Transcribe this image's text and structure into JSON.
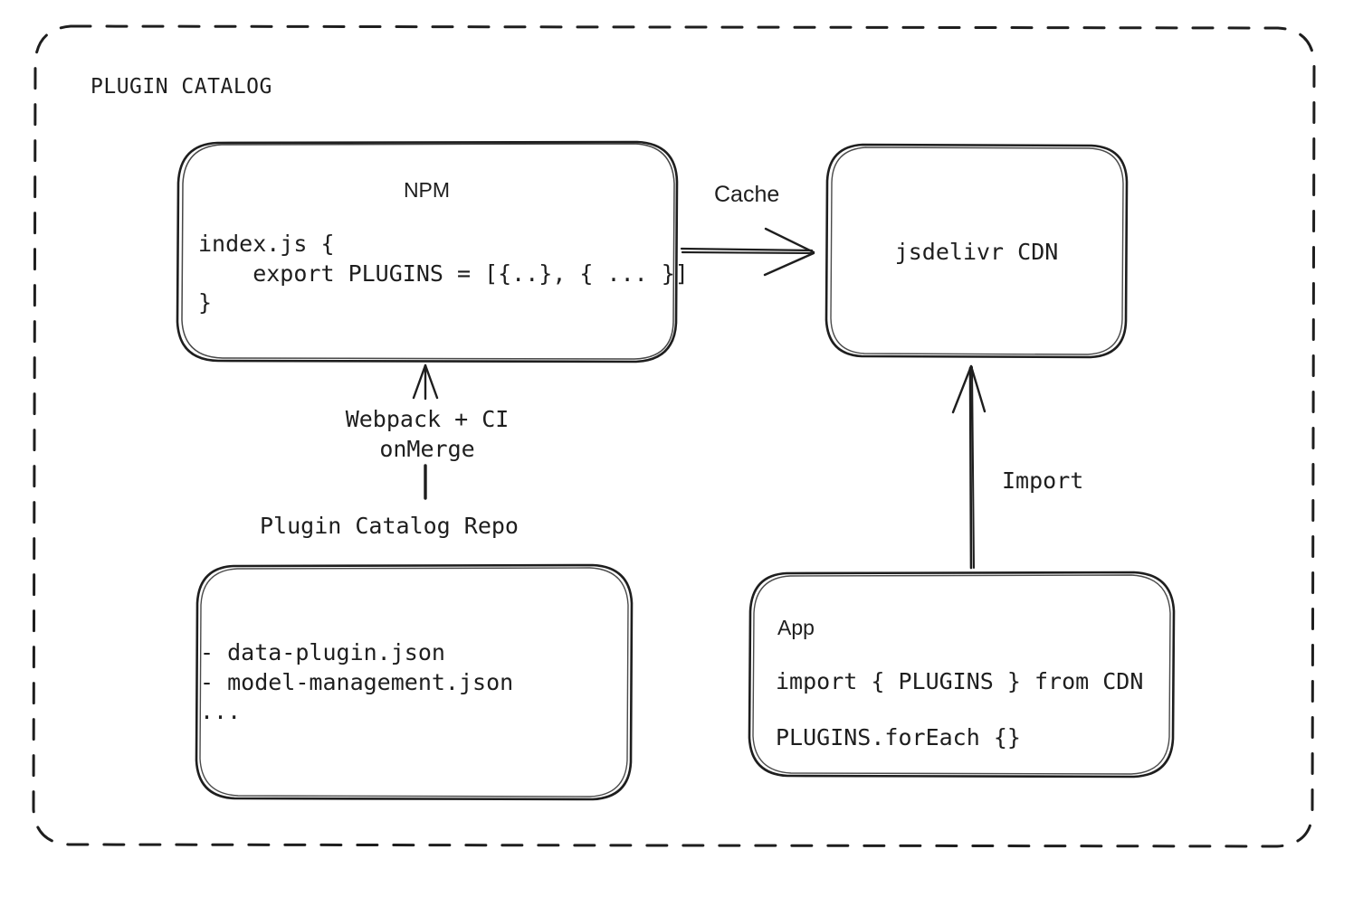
{
  "diagram": {
    "title": "PLUGIN CATALOG",
    "background": "#ffffff",
    "stroke_color": "#1e1e1e",
    "nodes": {
      "npm": {
        "title": "NPM",
        "code": "index.js {\n    export PLUGINS = [{..}, { ... }]\n}"
      },
      "cdn": {
        "title": "jsdelivr CDN"
      },
      "repo": {
        "caption": "Plugin Catalog Repo",
        "items": "- data-plugin.json\n- model-management.json\n..."
      },
      "app": {
        "title": "App",
        "code_line_1": "import { PLUGINS } from CDN",
        "code_line_2": "PLUGINS.forEach {}"
      }
    },
    "edges": {
      "cache": "Cache",
      "build": "Webpack + CI\nonMerge",
      "import": "Import"
    }
  }
}
